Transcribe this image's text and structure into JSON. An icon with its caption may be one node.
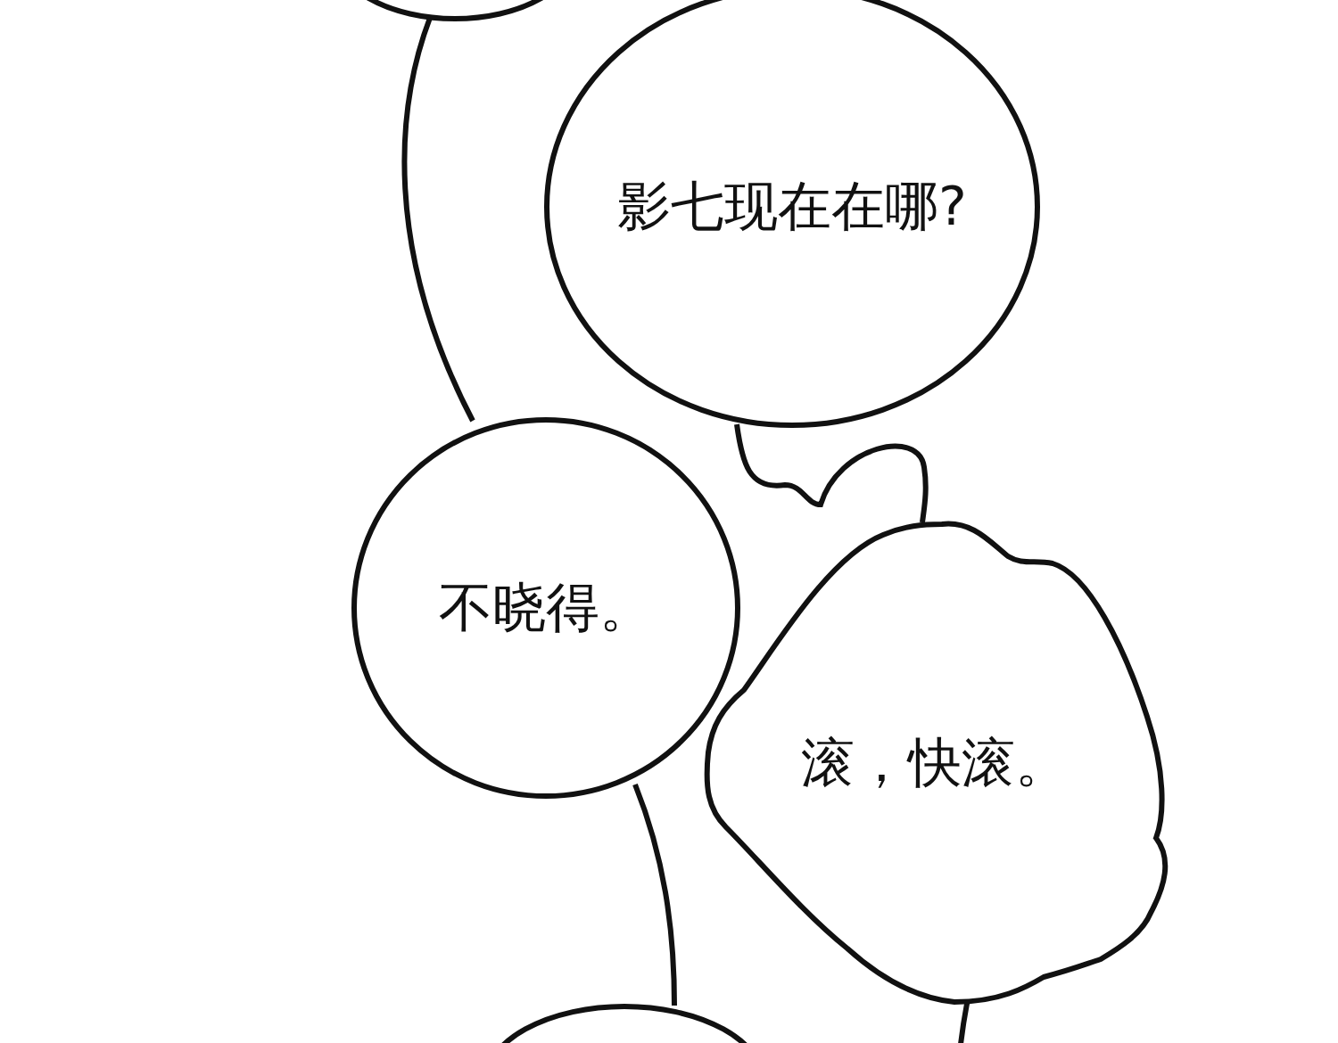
{
  "diagram": {
    "nodes": [
      {
        "text": [],
        "shape": "circle"
      },
      {
        "text": [
          "影七现在在哪?"
        ]
      },
      {
        "text": [
          "不晓得。"
        ]
      },
      {
        "text": [
          "滚，快滚。"
        ]
      },
      {
        "text": [],
        "shape": "circle"
      }
    ],
    "edges": [
      {
        "from": 0,
        "to": 2,
        "arrow": "none"
      },
      {
        "from": 2,
        "to": 4,
        "arrow": "none"
      },
      {
        "from": 1,
        "to": 3,
        "arrow": "none"
      },
      {
        "from": 3,
        "to": null,
        "arrow": "none"
      }
    ]
  }
}
